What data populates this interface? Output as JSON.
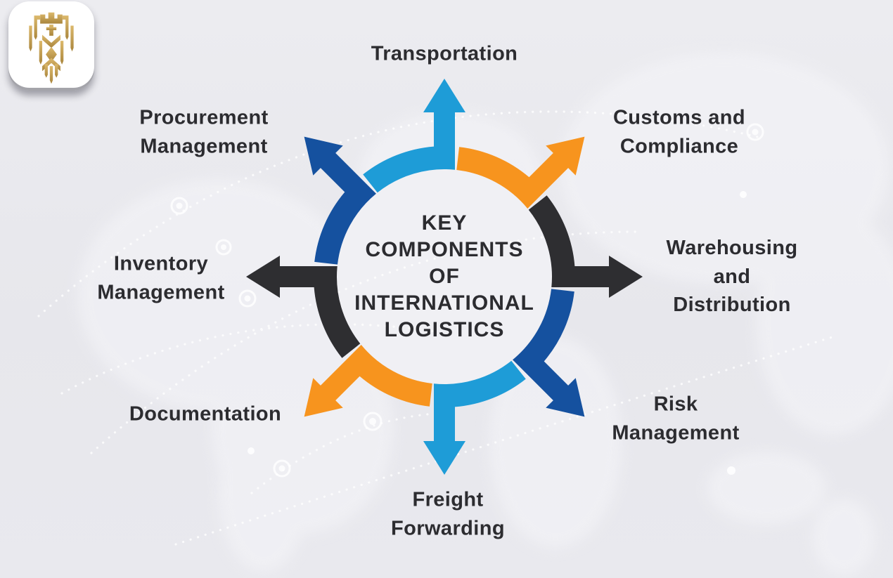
{
  "diagram": {
    "title": "KEY\nCOMPONENTS\nOF\nINTERNATIONAL\nLOGISTICS",
    "spokes": [
      {
        "label": "Transportation",
        "direction": "n",
        "color": "#1E9CD7"
      },
      {
        "label": "Customs and\nCompliance",
        "direction": "ne",
        "color": "#F7941E"
      },
      {
        "label": "Warehousing\nand\nDistribution",
        "direction": "e",
        "color": "#2E2E31"
      },
      {
        "label": "Risk\nManagement",
        "direction": "se",
        "color": "#15519F"
      },
      {
        "label": "Freight\nForwarding",
        "direction": "s",
        "color": "#1E9CD7"
      },
      {
        "label": "Documentation",
        "direction": "sw",
        "color": "#F7941E"
      },
      {
        "label": "Inventory\nManagement",
        "direction": "w",
        "color": "#2E2E31"
      },
      {
        "label": "Procurement\nManagement",
        "direction": "nw",
        "color": "#15519F"
      }
    ],
    "colors": {
      "cyan": "#1E9CD7",
      "orange": "#F7941E",
      "charcoal": "#2E2E31",
      "navy": "#15519F",
      "text": "#2C2C30",
      "background": "#E8E8EC",
      "hub": "#F0F0F4",
      "map_decor": "#F3F3F7",
      "dotted_routes": "#FFFFFF"
    },
    "icons": {
      "logo": "gold-crest-logo-icon",
      "decor": [
        "world-map-decoration",
        "dotted-route-arc",
        "location-ping-icon"
      ]
    },
    "logo_gold": "#C49B4B"
  }
}
